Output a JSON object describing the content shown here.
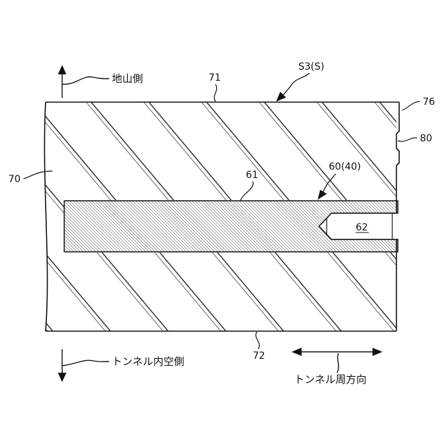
{
  "labels": {
    "ground_side": "地山側",
    "tunnel_inner_side": "トンネル内空側",
    "tunnel_circumferential": "トンネル周方向",
    "s3": "S3(S)",
    "n71": "71",
    "n72": "72",
    "n76": "76",
    "n80": "80",
    "n70": "70",
    "n61": "61",
    "n60": "60(40)",
    "n62": "62"
  },
  "colors": {
    "line": "#111111",
    "background": "#ffffff"
  }
}
